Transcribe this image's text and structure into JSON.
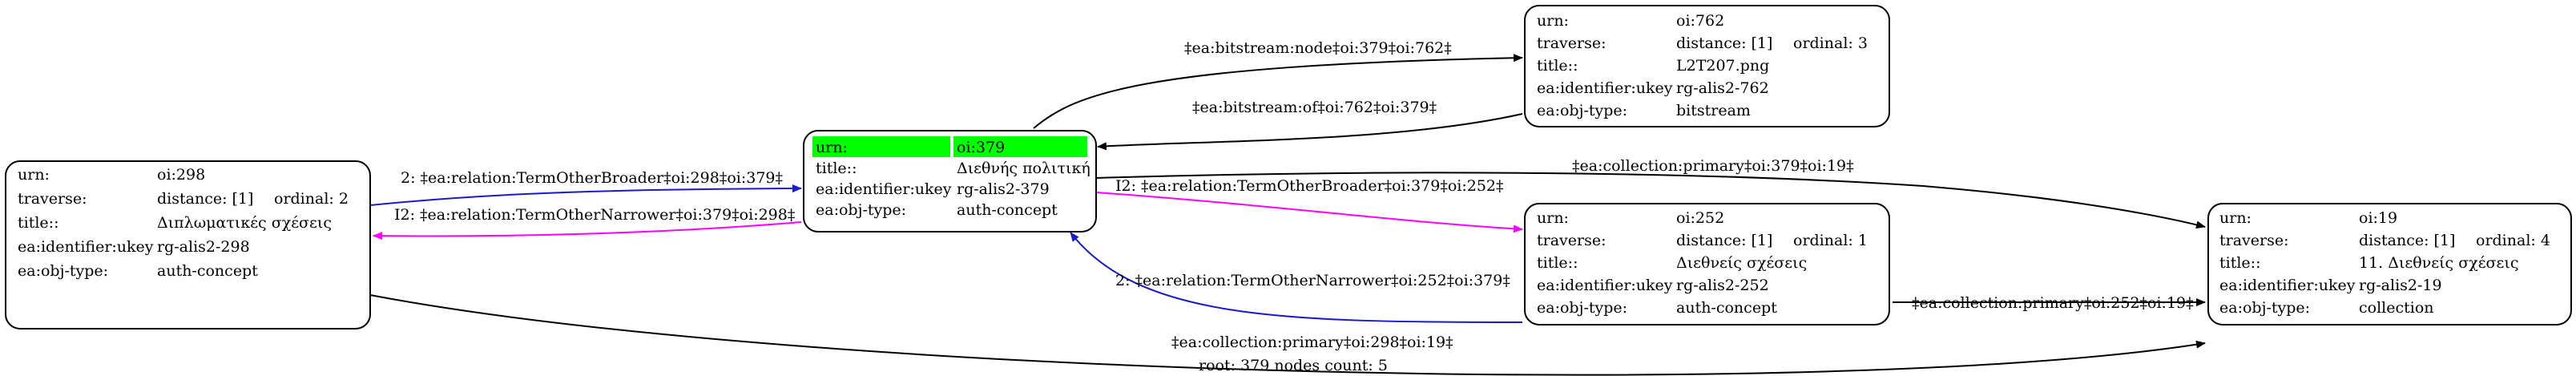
{
  "colors": {
    "highlight": "#00ff00",
    "broader": "#1a1acc",
    "narrower": "#ff00ff",
    "plain": "#000000"
  },
  "nodes": [
    {
      "id": "n298",
      "rows": [
        [
          "urn:",
          "oi:298",
          ""
        ],
        [
          "traverse:",
          "distance: [1]",
          "ordinal: 2"
        ],
        [
          "title::",
          "Διπλωματικές σχέσεις",
          ""
        ],
        [
          "ea:identifier:ukey",
          "rg-alis2-298",
          ""
        ],
        [
          "ea:obj-type:",
          "auth-concept",
          ""
        ]
      ]
    },
    {
      "id": "n379",
      "highlighted": true,
      "rows": [
        [
          "urn:",
          "oi:379",
          ""
        ],
        [
          "title::",
          "Διεθνής πολιτική",
          ""
        ],
        [
          "ea:identifier:ukey",
          "rg-alis2-379",
          ""
        ],
        [
          "ea:obj-type:",
          "auth-concept",
          ""
        ]
      ]
    },
    {
      "id": "n762",
      "rows": [
        [
          "urn:",
          "oi:762",
          ""
        ],
        [
          "traverse:",
          "distance: [1]",
          "ordinal: 3"
        ],
        [
          "title::",
          "L2T207.png",
          ""
        ],
        [
          "ea:identifier:ukey",
          "rg-alis2-762",
          ""
        ],
        [
          "ea:obj-type:",
          "bitstream",
          ""
        ]
      ]
    },
    {
      "id": "n252",
      "rows": [
        [
          "urn:",
          "oi:252",
          ""
        ],
        [
          "traverse:",
          "distance: [1]",
          "ordinal: 1"
        ],
        [
          "title::",
          "Διεθνείς σχέσεις",
          ""
        ],
        [
          "ea:identifier:ukey",
          "rg-alis2-252",
          ""
        ],
        [
          "ea:obj-type:",
          "auth-concept",
          ""
        ]
      ]
    },
    {
      "id": "n19",
      "rows": [
        [
          "urn:",
          "oi:19",
          ""
        ],
        [
          "traverse:",
          "distance: [1]",
          "ordinal: 4"
        ],
        [
          "title::",
          "11. Διεθνείς σχέσεις",
          ""
        ],
        [
          "ea:identifier:ukey",
          "rg-alis2-19",
          ""
        ],
        [
          "ea:obj-type:",
          "collection",
          ""
        ]
      ]
    }
  ],
  "edges": [
    {
      "id": "e-379-762",
      "label": "‡ea:bitstream:node‡oi:379‡oi:762‡",
      "color": "plain"
    },
    {
      "id": "e-762-379",
      "label": "‡ea:bitstream:of‡oi:762‡oi:379‡",
      "color": "plain"
    },
    {
      "id": "e-298-379",
      "label": "2: ‡ea:relation:TermOtherBroader‡oi:298‡oi:379‡",
      "color": "broader"
    },
    {
      "id": "e-379-298",
      "label": "I2: ‡ea:relation:TermOtherNarrower‡oi:379‡oi:298‡",
      "color": "narrower"
    },
    {
      "id": "e-379-19",
      "label": "‡ea:collection:primary‡oi:379‡oi:19‡",
      "color": "plain"
    },
    {
      "id": "e-379-252",
      "label": "I2: ‡ea:relation:TermOtherBroader‡oi:379‡oi:252‡",
      "color": "narrower"
    },
    {
      "id": "e-252-379",
      "label": "2: ‡ea:relation:TermOtherNarrower‡oi:252‡oi:379‡",
      "color": "broader"
    },
    {
      "id": "e-252-19",
      "label": "‡ea:collection:primary‡oi:252‡oi:19‡",
      "color": "plain"
    },
    {
      "id": "e-298-19",
      "label": "‡ea:collection:primary‡oi:298‡oi:19‡",
      "color": "plain"
    }
  ],
  "caption": "root: 379 nodes count: 5"
}
